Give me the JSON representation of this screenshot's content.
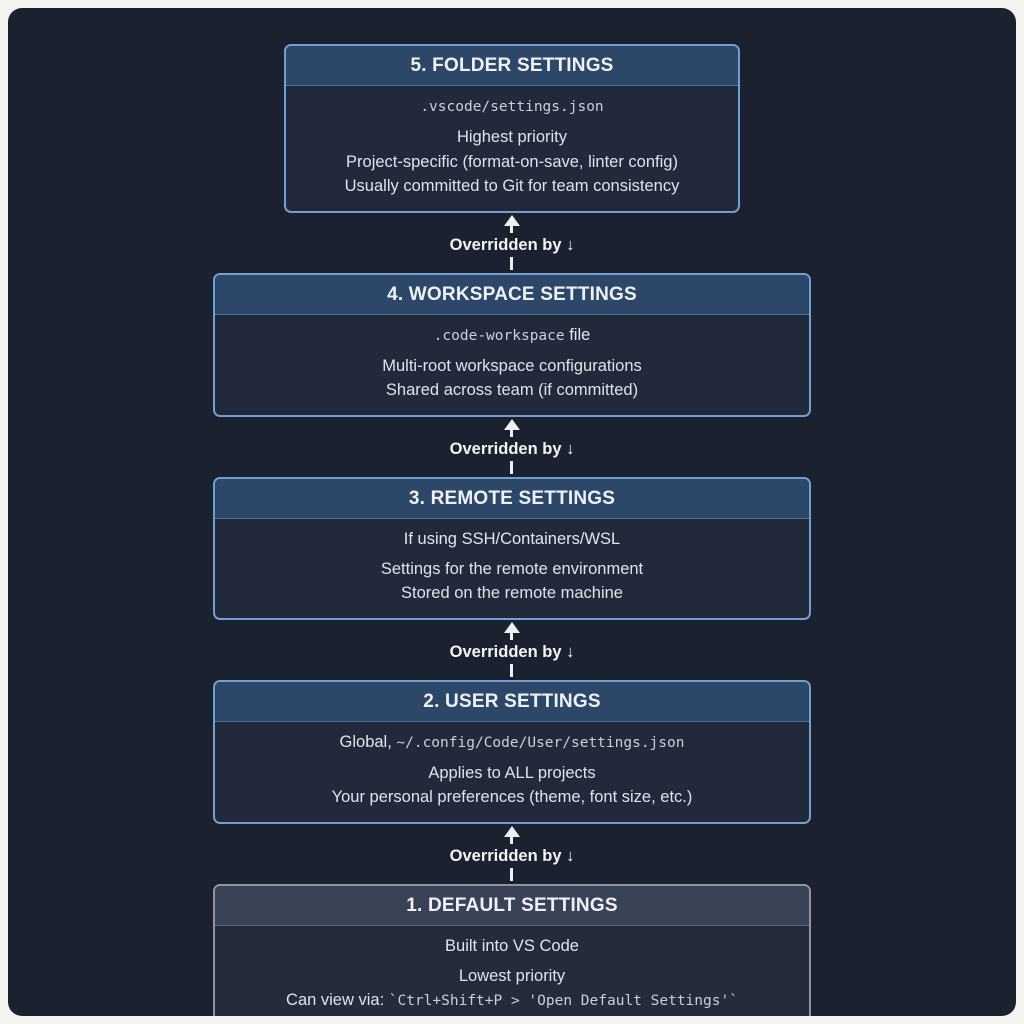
{
  "colors": {
    "panel_bg": "#1c2130",
    "frame_bg": "#f4f4f2",
    "box_border": "#6f9fd3",
    "box_header_bg": "#2c4768",
    "muted_box_border": "#8b93a6",
    "muted_box_header_bg": "#3a4356",
    "arrow": "#eef1f6"
  },
  "diagram": {
    "arrow_label": "Overridden by ↓",
    "boxes": [
      {
        "title": "5. FOLDER SETTINGS",
        "subtitle": [
          {
            "t": ".vscode/settings.json",
            "mono": true
          }
        ],
        "lines": [
          [
            {
              "t": "Highest priority",
              "mono": false
            }
          ],
          [
            {
              "t": "Project-specific (format-on-save, linter config)",
              "mono": false
            }
          ],
          [
            {
              "t": "Usually committed to Git for team consistency",
              "mono": false
            }
          ]
        ]
      },
      {
        "title": "4. WORKSPACE SETTINGS",
        "subtitle": [
          {
            "t": ".code-workspace",
            "mono": true
          },
          {
            "t": " file",
            "mono": false
          }
        ],
        "lines": [
          [
            {
              "t": "Multi-root workspace configurations",
              "mono": false
            }
          ],
          [
            {
              "t": "Shared across team (if committed)",
              "mono": false
            }
          ]
        ]
      },
      {
        "title": "3. REMOTE SETTINGS",
        "subtitle": [
          {
            "t": "If using SSH/Containers/WSL",
            "mono": false
          }
        ],
        "lines": [
          [
            {
              "t": "Settings for the remote environment",
              "mono": false
            }
          ],
          [
            {
              "t": "Stored on the remote machine",
              "mono": false
            }
          ]
        ]
      },
      {
        "title": "2. USER SETTINGS",
        "subtitle": [
          {
            "t": "Global, ",
            "mono": false
          },
          {
            "t": "~/.config/Code/User/settings.json",
            "mono": true
          }
        ],
        "lines": [
          [
            {
              "t": "Applies to ALL projects",
              "mono": false
            }
          ],
          [
            {
              "t": "Your personal preferences (theme, font size, etc.)",
              "mono": false
            }
          ]
        ]
      },
      {
        "title": "1. DEFAULT SETTINGS",
        "subtitle": [
          {
            "t": "Built into VS Code",
            "mono": false
          }
        ],
        "lines": [
          [
            {
              "t": "Lowest priority",
              "mono": false
            }
          ],
          [
            {
              "t": "Can view via: ",
              "mono": false
            },
            {
              "t": "`Ctrl+Shift+P > 'Open Default Settings'`",
              "mono": true
            }
          ]
        ]
      }
    ]
  }
}
